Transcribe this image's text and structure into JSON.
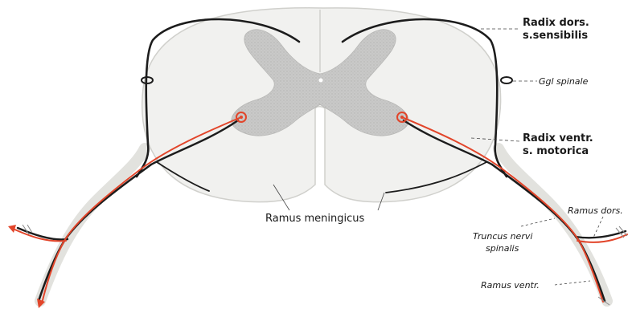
{
  "colors": {
    "white_matter": "#f1f1ef",
    "white_matter_outline": "#d0d0cc",
    "gray_matter": "#c9c9c8",
    "gray_matter_dots": "#b3b3b2",
    "nerve_dark": "#1c1c1c",
    "motor_fiber": "#e2452a",
    "sheath": "#e2e2de",
    "label": "#1a1a1a"
  },
  "labels": {
    "radix_dors_1": "Radix dors.",
    "radix_dors_2": "s.sensibilis",
    "ggl_spinale": "Ggl spinale",
    "radix_ventr_1": "Radix ventr.",
    "radix_ventr_2": "s. motorica",
    "ramus_meningicus": "Ramus meningicus",
    "ramus_dors": "Ramus dors.",
    "truncus_1": "Truncus nervi",
    "truncus_2": "spinalis",
    "ramus_ventr": "Ramus ventr."
  }
}
